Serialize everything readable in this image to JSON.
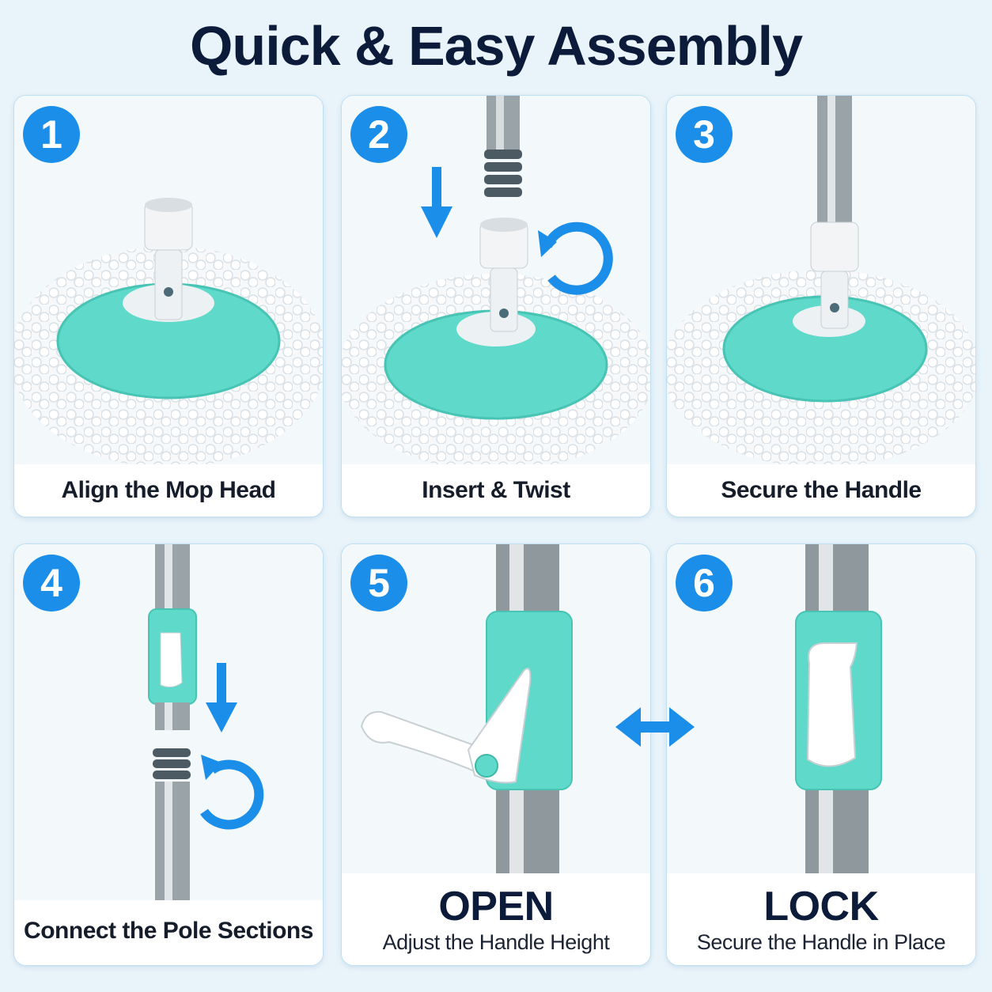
{
  "title": "Quick & Easy Assembly",
  "accent_color": "#1a8ee8",
  "mop_color": "#5fd9c9",
  "steps": [
    {
      "number": "1",
      "caption": "Align the Mop Head"
    },
    {
      "number": "2",
      "caption": "Insert & Twist"
    },
    {
      "number": "3",
      "caption": "Secure the Handle"
    },
    {
      "number": "4",
      "caption": "Connect the Pole Sections"
    },
    {
      "number": "5",
      "caption": "OPEN",
      "subcaption": "Adjust the Handle Height"
    },
    {
      "number": "6",
      "caption": "LOCK",
      "subcaption": "Secure the Handle in Place"
    }
  ]
}
